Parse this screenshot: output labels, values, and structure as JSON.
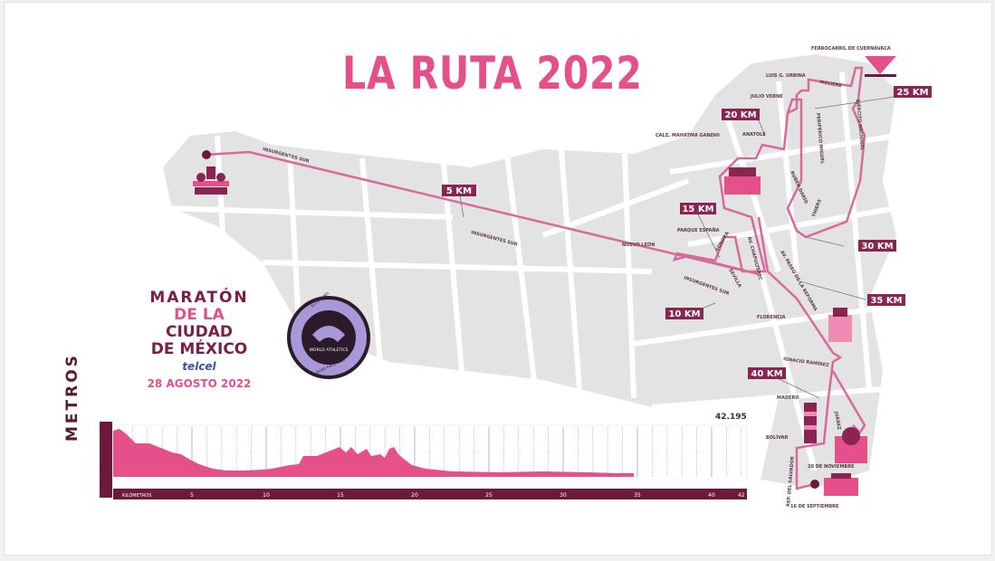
{
  "title": "LA RUTA 2022",
  "event": {
    "line1": "MARATÓN",
    "line2a": "DE LA",
    "line2b": "CIUDAD",
    "line3": "DE MÉXICO",
    "sponsor": "telcel",
    "date": "28 AGOSTO 2022"
  },
  "badge": {
    "text_top": "ELITE LABEL",
    "text_center": "WORLD ATHLETICS",
    "text_bottom": "ROAD RACE 2022"
  },
  "km_markers": [
    "5 KM",
    "10 KM",
    "15 KM",
    "20 KM",
    "25 KM",
    "30 KM",
    "35 KM",
    "40 KM"
  ],
  "streets": {
    "insurgentes_1": "INSURGENTES SUR",
    "insurgentes_2": "INSURGENTES SUR",
    "insurgentes_3": "INSURGENTES SUR",
    "nuevo_leon": "NUEVO LEÓN",
    "parque_espana": "PARQUE ESPAÑA",
    "sonora": "SONORA",
    "sevilla": "SEVILLA",
    "chapultepec": "AV. CHAPULTEPEC",
    "reforma": "AV. PASEO DE LA REFORMA",
    "florencia": "FLORENCIA",
    "gandhi": "CALZ. MAHATMA GANDHI",
    "julio_verne": "JULIO VERNE",
    "luis_urbina": "LUIS G. URBINA",
    "moliere": "MOLIERE",
    "ferrocarril": "FERROCARRIL DE CUERNAVACA",
    "periferico": "PERIFÉRICO MIGUEL",
    "ejercito": "EJÉRCITO NACIONAL",
    "anatole": "ANATOLE",
    "rubén": "RUBÉN DARÍO",
    "thiers": "THIERS",
    "ignacio": "IGNACIO RAMÍREZ",
    "madero": "MADERO",
    "juarez": "JUÁREZ",
    "bolivar": "BOLÍVAR",
    "eje_central": "REP. DEL SALVADOR",
    "nov20": "20 DE NOVIEMBRE",
    "sep16": "16 DE SEPTIEMBRE"
  },
  "profile": {
    "ylabel": "METROS",
    "xlabel": "KILÓMETROS",
    "x_ticks": [
      "5",
      "10",
      "15",
      "20",
      "25",
      "30",
      "35",
      "40",
      "42"
    ],
    "total": "42.195"
  },
  "colors": {
    "pink": "#e5508a",
    "maroon": "#7a1f45",
    "route": "#e58db0",
    "block": "#e3e3e3",
    "badge": "#a898d8"
  }
}
